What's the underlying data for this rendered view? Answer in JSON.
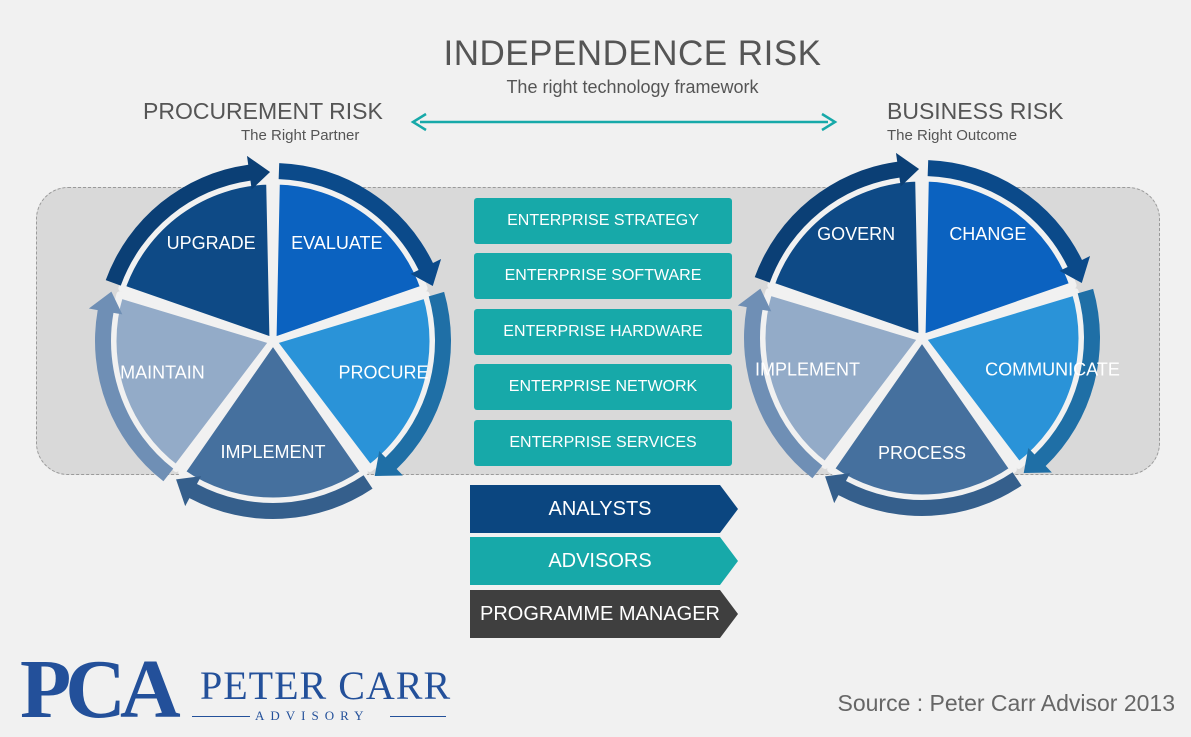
{
  "header": {
    "title": "INDEPENDENCE RISK",
    "subtitle": "The right technology framework"
  },
  "left": {
    "title": "PROCUREMENT RISK",
    "subtitle": "The Right Partner",
    "segments": [
      "EVALUATE",
      "PROCURE",
      "IMPLEMENT",
      "MAINTAIN",
      "UPGRADE"
    ]
  },
  "right": {
    "title": "BUSINESS RISK",
    "subtitle": "The Right Outcome",
    "segments": [
      "CHANGE",
      "COMMUNICATE",
      "PROCESS",
      "IMPLEMENT",
      "GOVERN"
    ]
  },
  "center": {
    "boxes": [
      "ENTERPRISE STRATEGY",
      "ENTERPRISE SOFTWARE",
      "ENTERPRISE HARDWARE",
      "ENTERPRISE NETWORK",
      "ENTERPRISE SERVICES"
    ],
    "roles": [
      {
        "label": "ANALYSTS",
        "color": "#0b4680"
      },
      {
        "label": "ADVISORS",
        "color": "#17a9a9"
      },
      {
        "label": "PROGRAMME MANAGER",
        "color": "#3f3f3f"
      }
    ]
  },
  "colors": {
    "segments": [
      "#0b62c0",
      "#2a93d8",
      "#45709e",
      "#93abc8",
      "#0e4a86"
    ],
    "arrows": [
      "#0b4a8a",
      "#1f6fa6",
      "#355f8c",
      "#6f8fb5",
      "#0b3f75"
    ],
    "teal": "#17a9a9"
  },
  "source": "Source : Peter Carr Advisor 2013",
  "logo": {
    "mark": "PCA",
    "name": "PETER CARR",
    "sub": "ADVISORY"
  }
}
